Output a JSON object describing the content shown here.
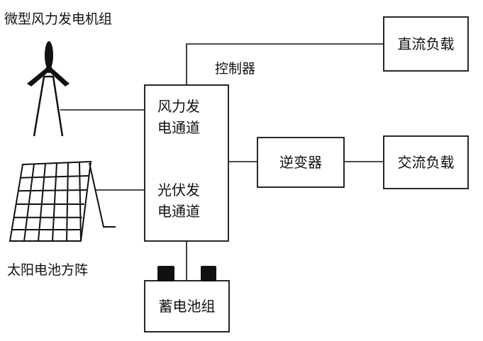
{
  "labels": {
    "wind_turbine": "微型风力发电机组",
    "solar_array": "太阳电池方阵",
    "controller": "控制器",
    "wind_channel_line1": "风力发",
    "wind_channel_line2": "电通道",
    "pv_channel_line1": "光伏发",
    "pv_channel_line2": "电通道",
    "dc_load": "直流负载",
    "inverter": "逆变器",
    "ac_load": "交流负载",
    "battery": "蓄电池组"
  },
  "icons": {
    "turbine": "wind-turbine-icon",
    "solar": "solar-panel-icon",
    "battery": "battery-terminal-icon"
  },
  "colors": {
    "line": "#111111",
    "background": "#ffffff"
  }
}
